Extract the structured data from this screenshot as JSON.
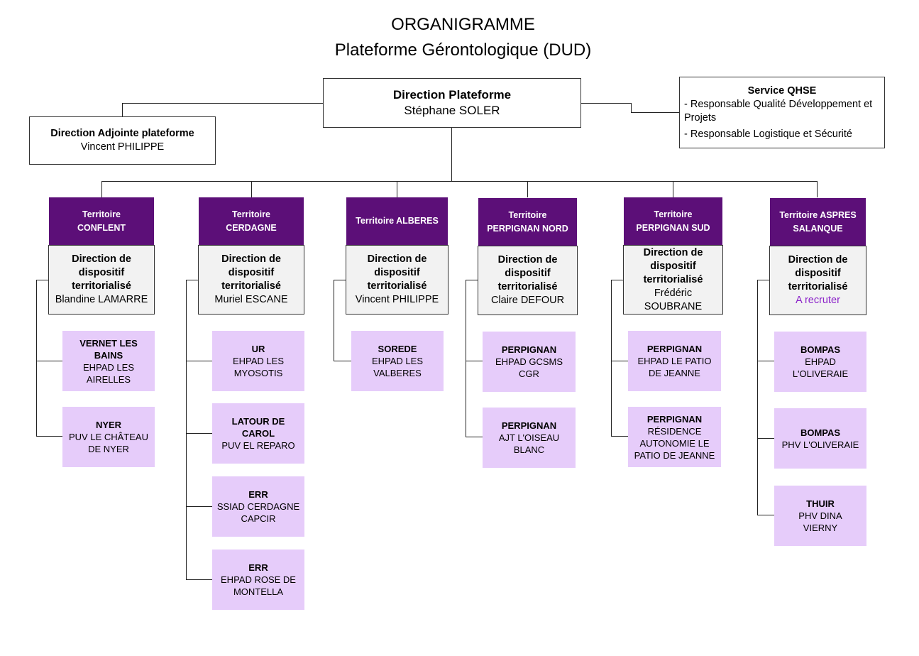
{
  "header": {
    "title_line1": "ORGANIGRAMME",
    "title_line2": "Plateforme Gérontologique (DUD)"
  },
  "direction": {
    "title": "Direction Plateforme",
    "name": "Stéphane SOLER"
  },
  "adjointe": {
    "title": "Direction Adjointe plateforme",
    "name": "Vincent PHILIPPE"
  },
  "qhse": {
    "title": "Service QHSE",
    "line1": "- Responsable Qualité Développement et Projets",
    "line2": "- Responsable Logistique et Sécurité"
  },
  "dir_title": "Direction de dispositif territorialisé",
  "territories": [
    {
      "label_l1": "Territoire",
      "label_l2": "CONFLENT",
      "director": "Blandine LAMARRE",
      "sites": [
        {
          "name": "VERNET LES BAINS",
          "desc": "EHPAD LES AIRELLES"
        },
        {
          "name": "NYER",
          "desc": "PUV LE CHÂTEAU DE NYER"
        }
      ]
    },
    {
      "label_l1": "Territoire",
      "label_l2": "CERDAGNE",
      "director": "Muriel ESCANE",
      "sites": [
        {
          "name": "UR",
          "desc": "EHPAD LES MYOSOTIS"
        },
        {
          "name": "LATOUR DE CAROL",
          "desc": "PUV EL REPARO"
        },
        {
          "name": "ERR",
          "desc": "SSIAD CERDAGNE CAPCIR"
        },
        {
          "name": "ERR",
          "desc": "EHPAD ROSE DE MONTELLA"
        }
      ]
    },
    {
      "label_l1": "Territoire ALBERES",
      "label_l2": "",
      "director": "Vincent PHILIPPE",
      "sites": [
        {
          "name": "SOREDE",
          "desc": "EHPAD LES VALBERES"
        }
      ]
    },
    {
      "label_l1": "Territoire",
      "label_l2": "PERPIGNAN NORD",
      "director": "Claire DEFOUR",
      "sites": [
        {
          "name": "PERPIGNAN",
          "desc": "EHPAD GCSMS CGR"
        },
        {
          "name": "PERPIGNAN",
          "desc": "AJT L'OISEAU BLANC"
        }
      ]
    },
    {
      "label_l1": "Territoire",
      "label_l2": "PERPIGNAN SUD",
      "director": "Frédéric SOUBRANE",
      "sites": [
        {
          "name": "PERPIGNAN",
          "desc": "EHPAD LE PATIO DE JEANNE"
        },
        {
          "name": "PERPIGNAN",
          "desc": "RÉSIDENCE AUTONOMIE LE PATIO DE JEANNE"
        }
      ]
    },
    {
      "label_l1": "Territoire ASPRES",
      "label_l2": "SALANQUE",
      "director": "A recruter",
      "sites": [
        {
          "name": "BOMPAS",
          "desc": "EHPAD L'OLIVERAIE"
        },
        {
          "name": "BOMPAS",
          "desc": "PHV L'OLIVERAIE"
        },
        {
          "name": "THUIR",
          "desc": "PHV DINA VIERNY"
        }
      ]
    }
  ],
  "colors": {
    "territory": "#5c0f78",
    "site": "#e6ccfa",
    "director_bg": "#f2f2f2",
    "to_recruit": "#8b22c9"
  }
}
